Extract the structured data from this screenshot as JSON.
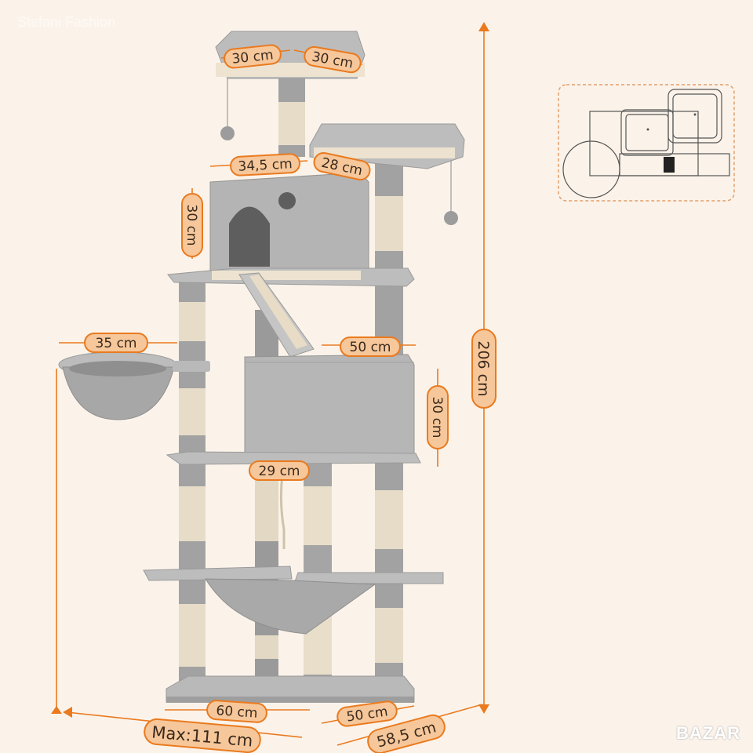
{
  "watermark": "Stefani Fashion",
  "brand": "BAZAR",
  "colors": {
    "accent": "#ea7a1f",
    "badge_fill": "#f6c79a",
    "background": "#fbf3ea",
    "plush": "#b9b9b9",
    "plush_dark": "#8f8f8f",
    "sisal": "#e6dcc8"
  },
  "dimensions": {
    "top_width": "30 cm",
    "top_depth": "30 cm",
    "condo_width": "34,5 cm",
    "platform_depth": "28 cm",
    "condo_height": "30 cm",
    "basket_width": "35 cm",
    "box_width": "50 cm",
    "box_height": "30 cm",
    "box_depth": "29 cm",
    "total_height": "206 cm",
    "base_width": "60 cm",
    "base_depth": "50 cm",
    "max_width": "Max:111 cm",
    "overall_depth": "58,5 cm"
  },
  "icons": {
    "top_view": "top-view-diagram-icon"
  }
}
